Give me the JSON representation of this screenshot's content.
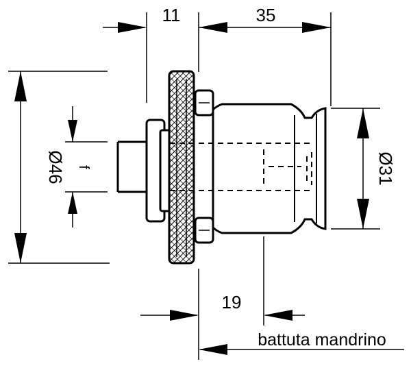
{
  "dimensions": {
    "gap_top": "11",
    "length_top": "35",
    "diameter_left": "Ø46",
    "small_dim": "f",
    "diameter_right": "Ø31",
    "offset_bottom": "19",
    "reference_label": "battuta mandrino"
  },
  "colors": {
    "ink": "#000000",
    "background": "#ffffff"
  }
}
